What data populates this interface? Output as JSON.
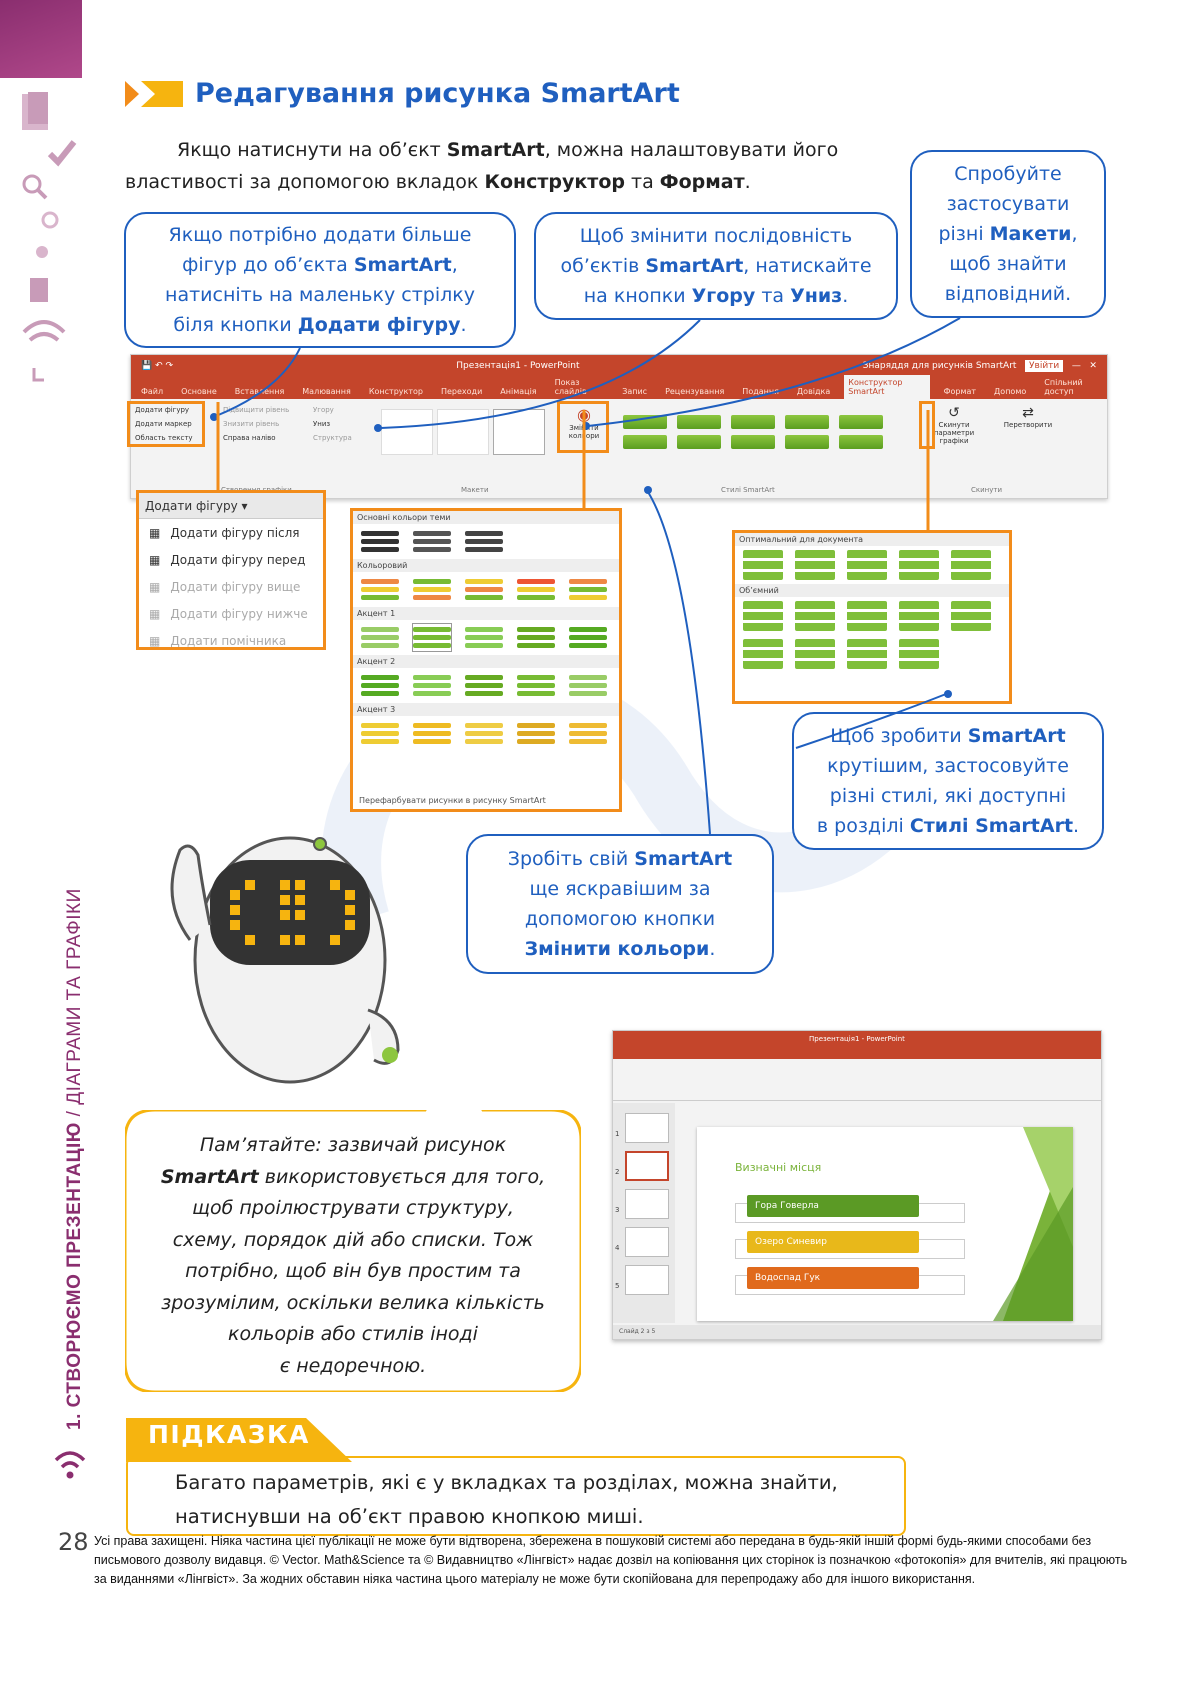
{
  "section_title": "Редагування рисунка SmartArt",
  "intro": {
    "p1": "Якщо натиснути на об’єкт ",
    "p1_bold": "SmartArt",
    "p1_rest": ", можна налаштовувати його",
    "p2": "властивості за допомогою вкладок ",
    "p2_bold1": "Конструктор",
    "p2_mid": " та ",
    "p2_bold2": "Формат",
    "p2_end": "."
  },
  "callouts": {
    "add_shape": {
      "l1": "Якщо потрібно додати більше",
      "l2a": "фігур до об’єкта ",
      "l2b": "SmartArt",
      "l2c": ",",
      "l3": "натисніть на маленьку стрілку",
      "l4a": "біля кнопки ",
      "l4b": "Додати фігуру",
      "l4c": "."
    },
    "order": {
      "l1": "Щоб змінити послідовність",
      "l2a": "об’єктів ",
      "l2b": "SmartArt",
      "l2c": ", натискайте",
      "l3a": "на кнопки ",
      "l3b": "Угору",
      "l3c": " та ",
      "l3d": "Униз",
      "l3e": "."
    },
    "layouts": {
      "l1": "Спробуйте",
      "l2": "застосувати",
      "l3a": "різні ",
      "l3b": "Макети",
      "l3c": ",",
      "l4": "щоб знайти",
      "l5": "відповідний."
    },
    "styles": {
      "l1a": "Щоб зробити ",
      "l1b": "SmartArt",
      "l2": "крутішим, застосовуйте",
      "l3": "різні стилі, які доступні",
      "l4a": "в розділі ",
      "l4b": "Стилі SmartArt",
      "l4c": "."
    },
    "colors": {
      "l1a": "Зробіть свій ",
      "l1b": "SmartArt",
      "l2": "ще яскравішим за",
      "l3": "допомогою кнопки",
      "l4a": "Змінити кольори",
      "l4b": "."
    }
  },
  "ribbon": {
    "title": "Презентація1 - PowerPoint",
    "context": "Знаряддя для рисунків SmartArt",
    "signin": "Увійти",
    "tabs": [
      "Файл",
      "Основне",
      "Вставлення",
      "Малювання",
      "Конструктор",
      "Переходи",
      "Анімація",
      "Показ слайдів",
      "Запис",
      "Рецензування",
      "Подання",
      "Довідка",
      "Конструктор SmartArt",
      "Формат"
    ],
    "help": "Допомо",
    "share": "Спільний доступ",
    "create_group": {
      "add_shape": "Додати фігуру",
      "add_bullet": "Додати маркер",
      "text_pane": "Область тексту",
      "promote": "Підвищити рівень",
      "demote": "Знизити рівень",
      "rtl": "Справа наліво",
      "up": "Угору",
      "down": "Униз",
      "layout": "Структура",
      "label": "Створення графіки"
    },
    "layouts_label": "Макети",
    "change_colors": "Змінити кольори",
    "styles_label": "Стилі SmartArt",
    "reset": "Скинути параметри графіки",
    "convert": "Перетворити",
    "reset_label": "Скинути"
  },
  "add_menu": {
    "header": "Додати фігуру",
    "items": [
      "Додати фігуру після",
      "Додати фігуру перед",
      "Додати фігуру вище",
      "Додати фігуру нижче",
      "Додати помічника"
    ]
  },
  "colors_menu": {
    "sections": [
      "Основні кольори теми",
      "Кольоровий",
      "Акцент 1",
      "Акцент 2",
      "Акцент 3"
    ],
    "footer": "Перефарбувати рисунки в рисунку SmartArt"
  },
  "styles_menu": {
    "sections": [
      "Оптимальний для документа",
      "Об’ємний"
    ]
  },
  "remember": {
    "l1": "Пам’ятайте: зазвичай рисунок",
    "l2a": "SmartArt",
    "l2b": " використовується для того,",
    "l3": "щоб проілюструвати структуру,",
    "l4": "схему, порядок дій або списки. Тож",
    "l5": "потрібно, щоб він був простим та",
    "l6": "зрозумілим, оскільки велика кількість",
    "l7": "кольорів або стилів іноді",
    "l8": "є недоречною."
  },
  "ppt": {
    "title": "Презентація1 - PowerPoint",
    "slide_title": "Визначні місця",
    "items": [
      "Гора Говерла",
      "Озеро Синевир",
      "Водоспад Гук"
    ],
    "slide_nums": [
      "1",
      "2",
      "3",
      "4",
      "5"
    ],
    "status": "Слайд 2 з 5"
  },
  "hint": {
    "title": "ПІДКАЗКА",
    "l1": "Багато параметрів, які є у вкладках та розділах, можна знайти,",
    "l2": "натиснувши на об’єкт правою кнопкою миші."
  },
  "side": {
    "bold": "1. СТВОРЮЄМО ПРЕЗЕНТАЦІЮ",
    "rest": " / ДІАГРАМИ ТА ГРАФІКИ"
  },
  "page_number": "28",
  "copyright": "Усі права захищені. Ніяка частина цієї публікації не може бути відтворена, збережена в пошуковій системі або передана в будь-якій іншій формі будь-якими способами без письмового дозволу видавця. © Vector. Math&Science та © Видавництво «Лінгвіст» надає дозвіл на копіювання цих сторінок із позначкою «фотокопія» для вчителів, які працюють за виданнями «Лінгвіст». За жодних обставин ніяка частина цього матеріалу не може бути скопійована для перепродажу або для іншого використання.",
  "colors": {
    "blue": "#1f5fbf",
    "orange": "#f28c1a",
    "yellow": "#f6b40f",
    "purple": "#8a2e6f",
    "ppt_red": "#c4452b",
    "green": "#6aad2c"
  }
}
